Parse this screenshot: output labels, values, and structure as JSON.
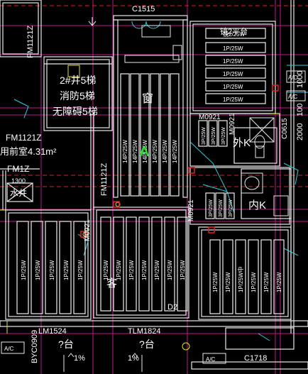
{
  "labels": {
    "c1515": "C1515",
    "fm1121z_top": "FM1121Z",
    "elevator_1": "2#井5梯",
    "elevator_2": "消防5梯",
    "elevator_3": "无障碍5梯",
    "fm1121z_left": "FM1121Z",
    "front_room": "用前室4.31m²",
    "fm1z": "FM1Z",
    "dim_1300": "1300",
    "water_well": "水井",
    "fm1121z_mid": "FM1121Z",
    "m0921_a": "M0921",
    "m0921_b": "M0921",
    "m0921_c": "M0921",
    "m0921_d": "M0921",
    "platform_top": "镜2平台",
    "outer_k": "外K",
    "inner_k": "内K",
    "window_char": "窗",
    "a_mark": "A",
    "guest_char": "客",
    "c0615": "C0615",
    "dim_2000": "2000",
    "dim_100": "100",
    "dim_1000": "1000",
    "ac_1": "A/C",
    "ac_2": "A/C",
    "ac_3": "A/C",
    "ac_4": "A/C",
    "d2": "D2",
    "lm1524": "LM1524",
    "tlm1824": "TLM1824",
    "byc0909": "BYC0909",
    "terrace_1": "?台",
    "terrace_2": "?台",
    "slope_1": "1%",
    "slope_2": "1%",
    "c1718": "C1718"
  },
  "racks": {
    "top_right_first": "镜2/25W",
    "top_right": "1P/25W",
    "small": "3P/25W",
    "vertical": "1P/25W",
    "center_top": "14P/25W",
    "bottom_right_special": "1P/25W中"
  }
}
